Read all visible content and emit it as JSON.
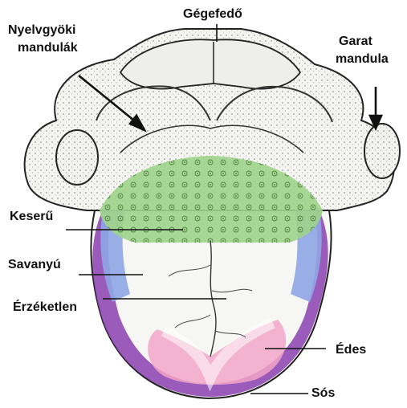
{
  "labels": {
    "gegefedo": "Gégefedő",
    "nyelvgyoki_line1": "Nyelvgyöki",
    "nyelvgyoki_line2": "mandulák",
    "garat_line1": "Garat",
    "garat_line2": "mandula",
    "keseru": "Keserű",
    "savanyu": "Savanyú",
    "erzeketlen": "Érzéketlen",
    "edes": "Édes",
    "sos": "Sós"
  },
  "colors": {
    "bitter_zone": "#9fd48a",
    "sour_zone": "#8fa6e6",
    "salty_zone": "#8a3fb0",
    "sweet_zone": "#f2a6c8",
    "outline": "#222222"
  }
}
